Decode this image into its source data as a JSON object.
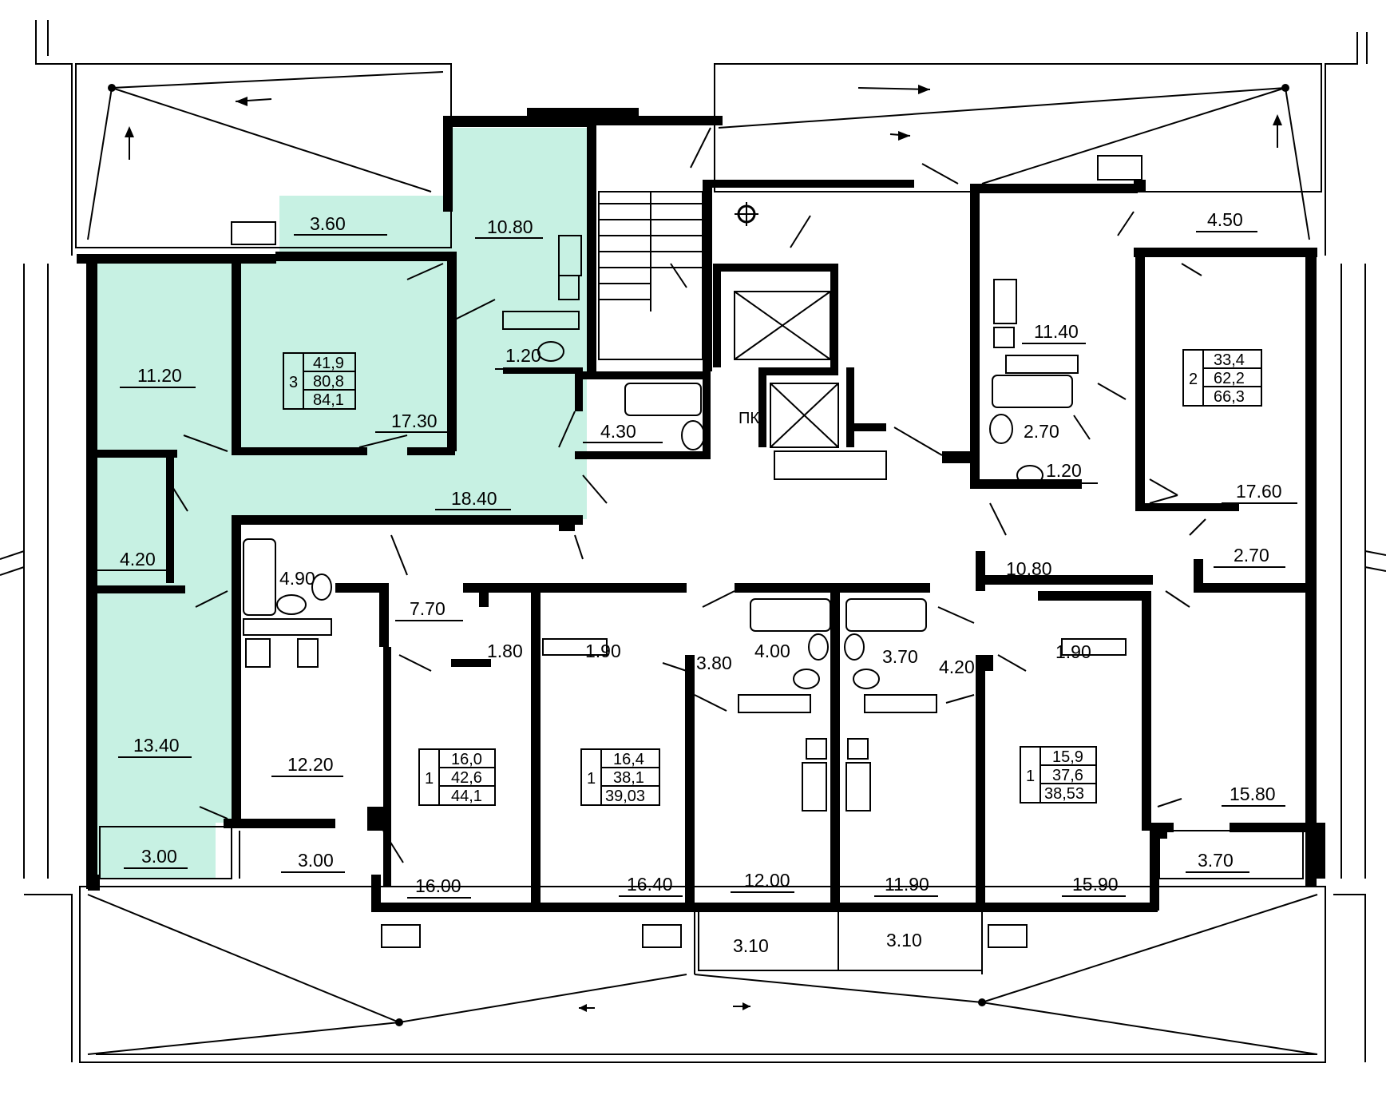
{
  "colors": {
    "highlight": "#c7f1e3",
    "wall": "#000000",
    "background": "#ffffff"
  },
  "rooms": {
    "r3_60": "3.60",
    "r10_80_a": "10.80",
    "r11_20": "11.20",
    "r17_30": "17.30",
    "r1_20_a": "1.20",
    "r4_30": "4.30",
    "r18_40": "18.40",
    "r4_20_a": "4.20",
    "r4_90": "4.90",
    "r7_70": "7.70",
    "r1_80": "1.80",
    "r1_90_a": "1.90",
    "r3_80": "3.80",
    "r4_00": "4.00",
    "r3_70_a": "3.70",
    "r4_20_b": "4.20",
    "r1_90_b": "1.90",
    "r13_40": "13.40",
    "r12_20": "12.20",
    "r3_00_a": "3.00",
    "r3_00_b": "3.00",
    "r16_00": "16.00",
    "r16_40": "16.40",
    "r12_00": "12.00",
    "r11_90": "11.90",
    "r15_90": "15.90",
    "r15_80": "15.80",
    "r3_70_b": "3.70",
    "r3_10_a": "3.10",
    "r3_10_b": "3.10",
    "r4_50": "4.50",
    "r11_40": "11.40",
    "r2_70_a": "2.70",
    "r1_20_b": "1.20",
    "r17_60": "17.60",
    "r2_70_b": "2.70",
    "r10_80_b": "10.80",
    "pk": "ПК"
  },
  "apartments": [
    {
      "rooms": "3",
      "living": "41,9",
      "total": "80,8",
      "with_balcony": "84,1"
    },
    {
      "rooms": "2",
      "living": "33,4",
      "total": "62,2",
      "with_balcony": "66,3"
    },
    {
      "rooms": "1",
      "living": "16,0",
      "total": "42,6",
      "with_balcony": "44,1"
    },
    {
      "rooms": "1",
      "living": "16,4",
      "total": "38,1",
      "with_balcony": "39,03"
    },
    {
      "rooms": "1",
      "living": "15,9",
      "total": "37,6",
      "with_balcony": "38,53"
    }
  ],
  "icons": [
    "stair-icon",
    "elevator-icon",
    "bathtub-icon",
    "sink-icon",
    "toilet-icon",
    "stove-icon",
    "radiator-icon",
    "riser-icon"
  ]
}
